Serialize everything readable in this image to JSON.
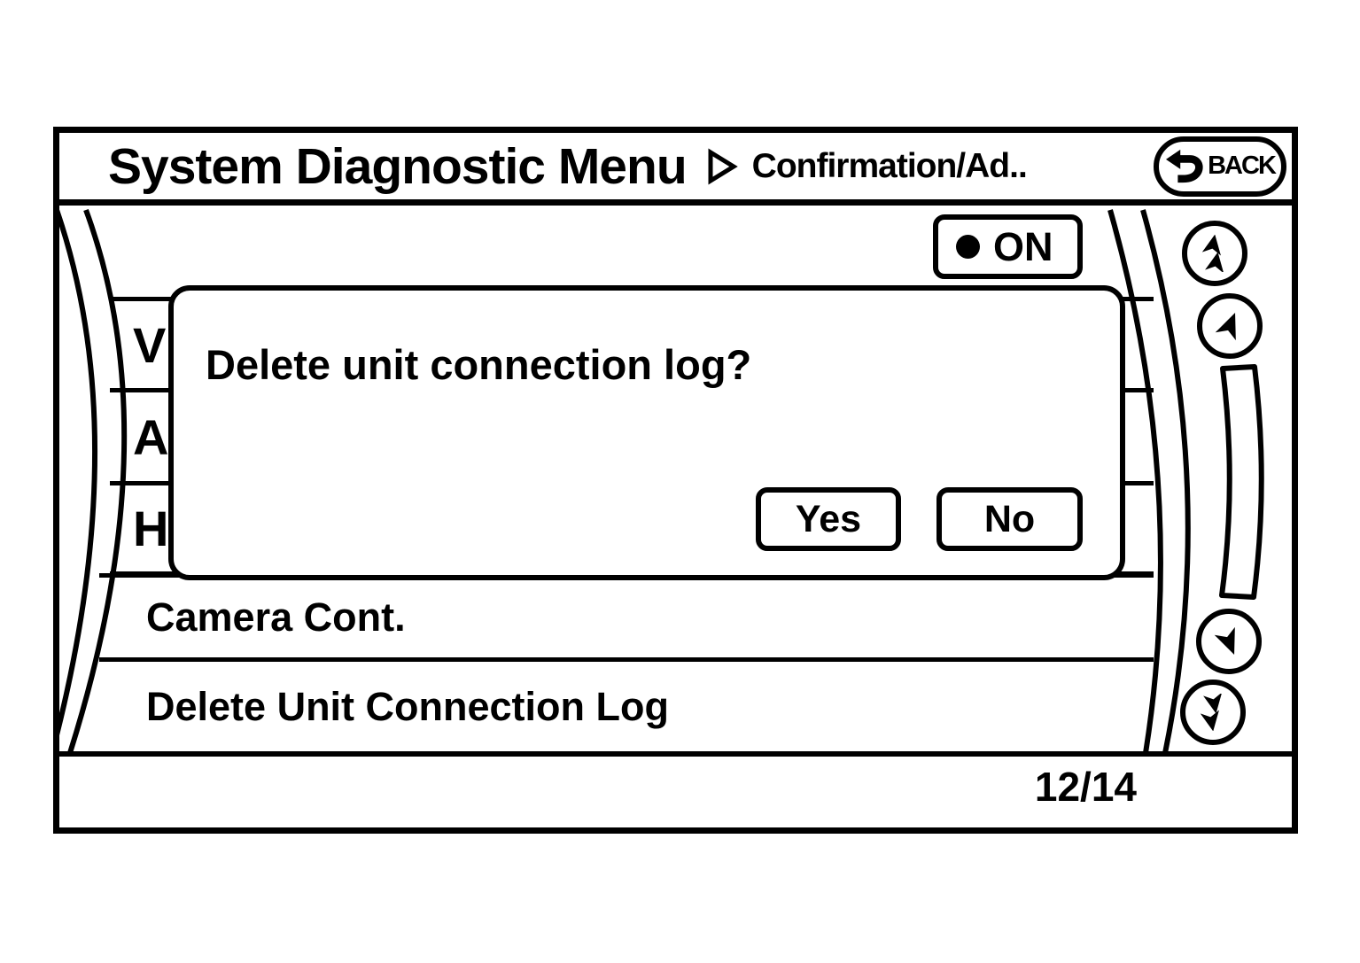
{
  "window": {
    "title": "System Diagnostic Menu",
    "subtitle": "Confirmation/Ad..",
    "back_button_label": "BACK"
  },
  "toggle": {
    "label": "ON"
  },
  "dialog": {
    "message": "Delete unit connection log?",
    "yes_label": "Yes",
    "no_label": "No"
  },
  "menu_list": {
    "truncated_items": [
      "V",
      "A",
      "H"
    ],
    "visible_items": [
      "Camera Cont.",
      "Delete Unit Connection Log"
    ]
  },
  "statusbar": {
    "page_indicator": "12/14"
  },
  "icons": {
    "back": "return-arrow",
    "breadcrumb": "right-triangle",
    "on_indicator": "filled-dot",
    "scroll_fast_up": "double-dart-up",
    "scroll_up": "dart-up",
    "scroll_down": "dart-down",
    "scroll_fast_down": "double-dart-down",
    "scrollbar": "curved-track"
  },
  "colors": {
    "foreground": "#000000",
    "background": "#ffffff"
  }
}
